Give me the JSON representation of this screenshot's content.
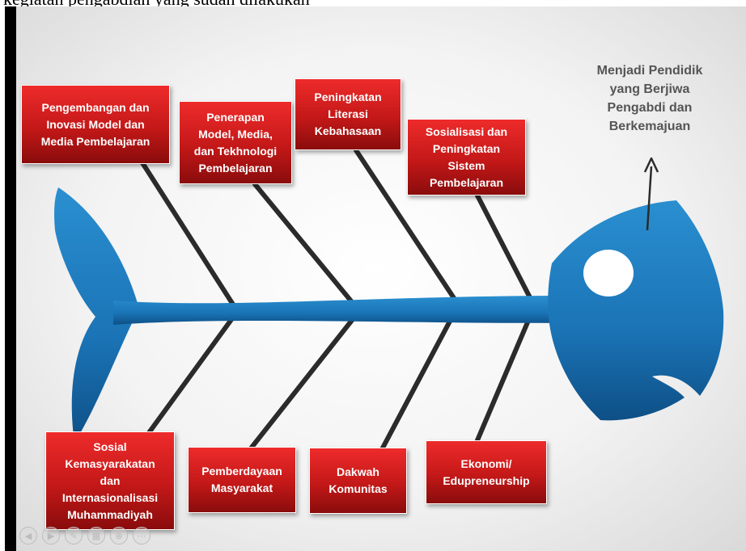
{
  "header": {
    "text": "kegiatan pengabdian yang sudah dilakukan"
  },
  "goal": {
    "text": "Menjadi Pendidik\nyang Berjiwa\nPengabdi dan\nBerkemajuan"
  },
  "top_causes": [
    {
      "label": "Pengembangan dan\nInovasi Model dan\nMedia Pembelajaran"
    },
    {
      "label": "Penerapan\nModel, Media,\ndan Tekhnologi\nPembelajaran"
    },
    {
      "label": "Peningkatan\nLiterasi\nKebahasaan"
    },
    {
      "label": "Sosialisasi dan\nPeningkatan\nSistem\nPembelajaran"
    }
  ],
  "bottom_causes": [
    {
      "label": "Sosial\nKemasyarakatan\ndan\nInternasionalisasi\nMuhammadiyah"
    },
    {
      "label": "Pemberdayaan\nMasyarakat"
    },
    {
      "label": "Dakwah\nKomunitas"
    },
    {
      "label": "Ekonomi/\nEdupreneurship"
    }
  ],
  "nav_controls": [
    {
      "icon": "previous-icon",
      "glyph": "◀"
    },
    {
      "icon": "next-icon",
      "glyph": "▶"
    },
    {
      "icon": "pen-icon",
      "glyph": "✎"
    },
    {
      "icon": "slides-icon",
      "glyph": "▦"
    },
    {
      "icon": "zoom-icon",
      "glyph": "⊕"
    },
    {
      "icon": "more-icon",
      "glyph": "⋯"
    }
  ],
  "colors": {
    "fish_blue": "#1a73b5",
    "fish_dark": "#0e4f86",
    "box_red": "#c41818",
    "bone": "#2b2b2b",
    "goal_text": "#555555"
  }
}
